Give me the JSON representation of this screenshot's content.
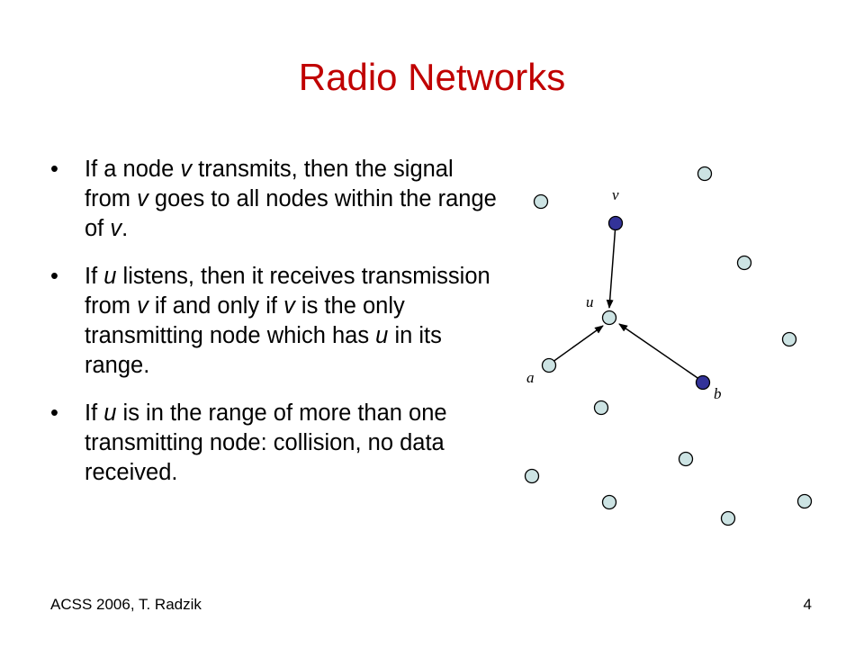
{
  "slide": {
    "title": "Radio Networks",
    "bullets": [
      {
        "bullet_symbol": "•",
        "parts": [
          "If a node ",
          "v",
          " transmits, then the signal from ",
          "v",
          " goes to all nodes within the range of ",
          "v",
          "."
        ]
      },
      {
        "bullet_symbol": "•",
        "parts": [
          "If ",
          "u",
          " listens, then it receives transmission from ",
          "v",
          " if and only if ",
          "v",
          " is the only transmitting node which has ",
          "u",
          " in its range."
        ]
      },
      {
        "bullet_symbol": "•",
        "parts": [
          "If ",
          "u",
          " is in the range of more than one transmitting node: collision, no data received."
        ]
      }
    ],
    "footer_left": "ACSS 2006, T. Radzik",
    "footer_right": "4"
  },
  "diagram": {
    "labels": {
      "v": "v",
      "u": "u",
      "a": "a",
      "b": "b"
    },
    "colors": {
      "idle_node": "#cce3e3",
      "transmitting_node": "#333399",
      "edge": "#000000",
      "title": "#c00000"
    },
    "transmitting_nodes": [
      "v",
      "b"
    ],
    "edges": [
      {
        "from": "v",
        "to": "u"
      },
      {
        "from": "a",
        "to": "u"
      },
      {
        "from": "b",
        "to": "u"
      }
    ]
  }
}
